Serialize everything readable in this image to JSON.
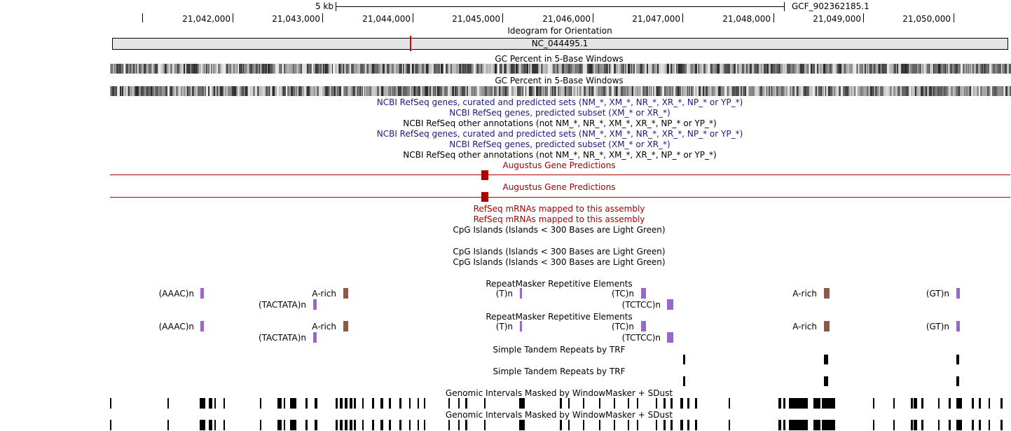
{
  "ruler": {
    "scale_label": "5 kb",
    "assembly_label": "GCF_902362185.1",
    "positions": [
      "21,042,000",
      "21,043,000",
      "21,044,000",
      "21,045,000",
      "21,046,000",
      "21,047,000",
      "21,048,000",
      "21,049,000",
      "21,050,000"
    ]
  },
  "ideogram": {
    "title": "Ideogram for Orientation",
    "chromosome": "NC_044495.1",
    "marker_color": "#e00000"
  },
  "tracks": {
    "gc1": "GC Percent in 5-Base Windows",
    "gc2": "GC Percent in 5-Base Windows",
    "ncbi1": "NCBI RefSeq genes, curated and predicted sets (NM_*, XM_*, NR_*, XR_*, NP_* or YP_*)",
    "ncbi2": "NCBI RefSeq genes, predicted subset (XM_* or XR_*)",
    "ncbi3": "NCBI RefSeq other annotations (not NM_*, NR_*, XM_*, XR_*, NP_* or YP_*)",
    "ncbi4": "NCBI RefSeq genes, curated and predicted sets (NM_*, XM_*, NR_*, XR_*, NP_* or YP_*)",
    "ncbi5": "NCBI RefSeq genes, predicted subset (XM_* or XR_*)",
    "ncbi6": "NCBI RefSeq other annotations (not NM_*, NR_*, XM_*, XR_*, NP_* or YP_*)",
    "aug1": "Augustus Gene Predictions",
    "aug2": "Augustus Gene Predictions",
    "refseq1": "RefSeq mRNAs mapped to this assembly",
    "refseq2": "RefSeq mRNAs mapped to this assembly",
    "cpg1": "CpG Islands (Islands < 300 Bases are Light Green)",
    "cpg2": "CpG Islands (Islands < 300 Bases are Light Green)",
    "cpg3": "CpG Islands (Islands < 300 Bases are Light Green)",
    "rmsk1": "RepeatMasker Repetitive Elements",
    "rmsk2": "RepeatMasker Repetitive Elements",
    "trf1": "Simple Tandem Repeats by TRF",
    "trf2": "Simple Tandem Repeats by TRF",
    "wm1": "Genomic Intervals Masked by WindowMasker + SDust",
    "wm2": "Genomic Intervals Masked by WindowMasker + SDust"
  },
  "repeats": {
    "aaac": "(AAAC)n",
    "tactata": "(TACTATA)n",
    "arich1": "A-rich",
    "tn": "(T)n",
    "tcn": "(TC)n",
    "tctcc": "(TCTCC)n",
    "arich2": "A-rich",
    "gtn": "(GT)n"
  },
  "colors": {
    "navy": "#1a1a80",
    "augustus": "#a80000",
    "simple_repeat": "#9966cc",
    "low_complexity": "#8b5a4a"
  }
}
